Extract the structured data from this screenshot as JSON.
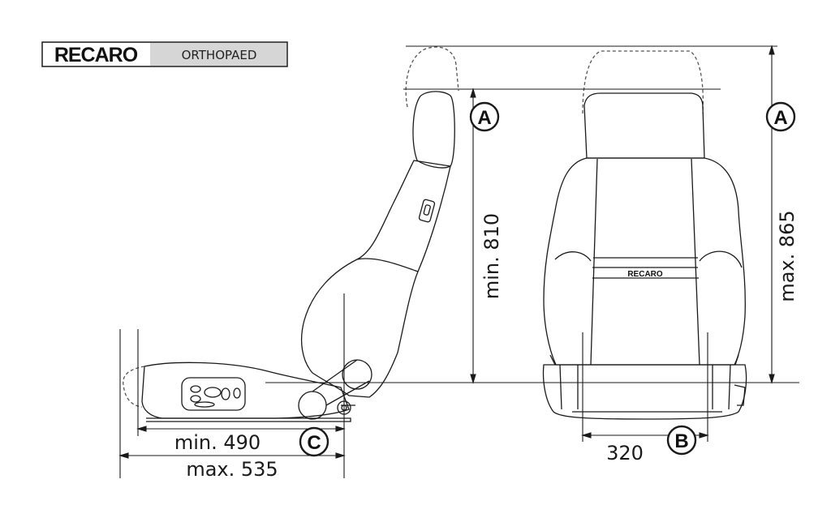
{
  "header": {
    "brand": "RECARO",
    "model": "ORTHOPAED"
  },
  "seat_logo": "RECARO",
  "dimensions": {
    "height_min": "min. 810",
    "height_max": "max. 865",
    "width": "320",
    "depth_min": "min. 490",
    "depth_max": "max. 535"
  },
  "markers": {
    "a_side": "A",
    "a_front": "A",
    "b": "B",
    "c": "C"
  },
  "colors": {
    "line": "#1a1a1a",
    "dashed": "#555555",
    "model_box": "#d6d6d6"
  }
}
